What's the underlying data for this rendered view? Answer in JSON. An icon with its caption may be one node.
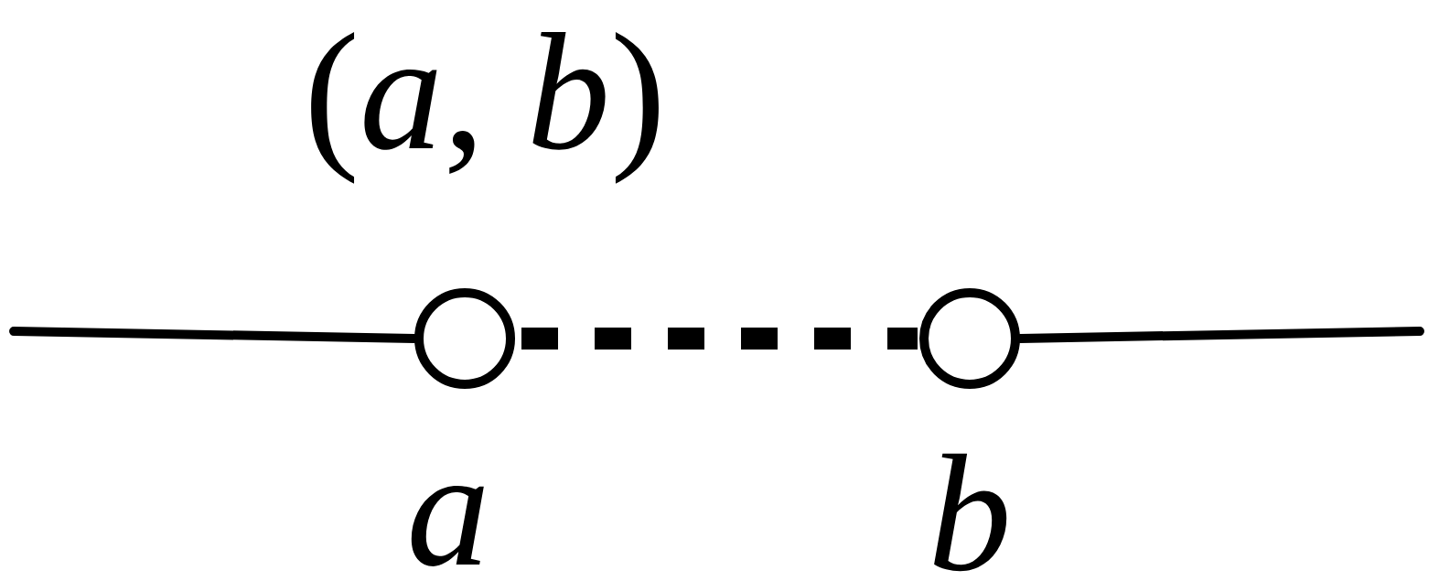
{
  "diagram": {
    "nodes": [
      {
        "text": [],
        "shape": "circle",
        "beside": [
          "a"
        ]
      },
      {
        "text": [],
        "shape": "circle",
        "beside": [
          "b"
        ]
      }
    ],
    "edges": [
      {
        "from": null,
        "to": 0,
        "arrow": "none"
      },
      {
        "from": 0,
        "to": 1,
        "arrow": "none",
        "style": "dashed"
      },
      {
        "from": 1,
        "to": null,
        "arrow": "none"
      }
    ],
    "labels": [
      "(*a*, *b*)"
    ]
  }
}
